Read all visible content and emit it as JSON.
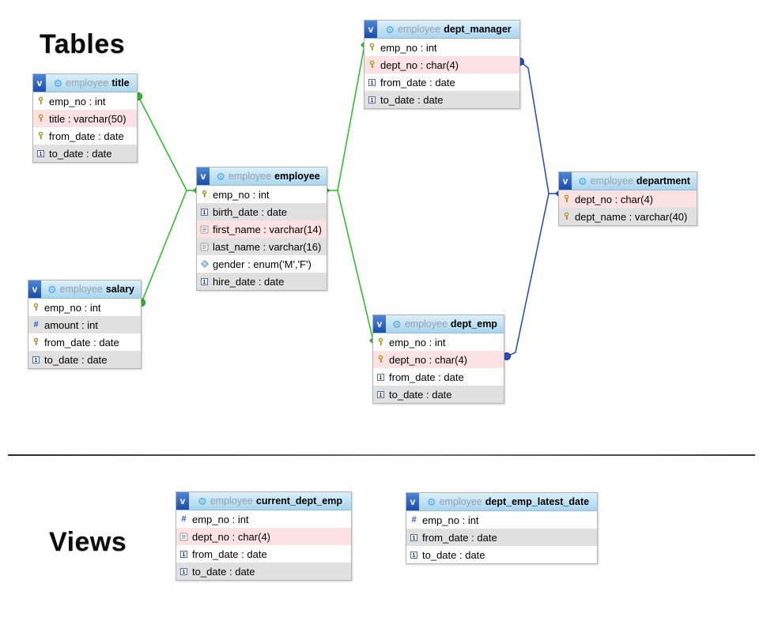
{
  "page": {
    "tables_heading": "Tables",
    "views_heading": "Views"
  },
  "colors": {
    "relation_green": "#2fbe2f",
    "relation_blue": "#2b50c0",
    "header_top": "#dcf0fa",
    "header_bottom": "#a9d5ee",
    "row_pink": "#fbe1e1",
    "row_gray": "#e0e0e0",
    "row_white": "#ffffff"
  },
  "badge_letter": "v",
  "gear_glyph": "⚙",
  "tables": [
    {
      "id": "title",
      "kind": "table",
      "schema": "employee",
      "name": "title",
      "columns": [
        {
          "icon": "key-icon",
          "text": "emp_no : int",
          "bg": "white"
        },
        {
          "icon": "key-icon",
          "text": "title : varchar(50)",
          "bg": "pink"
        },
        {
          "icon": "key-icon",
          "text": "from_date : date",
          "bg": "white"
        },
        {
          "icon": "date-icon",
          "text": "to_date : date",
          "bg": "gray"
        }
      ]
    },
    {
      "id": "employee",
      "kind": "table",
      "schema": "employee",
      "name": "employee",
      "columns": [
        {
          "icon": "key-icon",
          "text": "emp_no : int",
          "bg": "white"
        },
        {
          "icon": "date-icon",
          "text": "birth_date : date",
          "bg": "gray"
        },
        {
          "icon": "text-icon",
          "text": "first_name : varchar(14)",
          "bg": "pink"
        },
        {
          "icon": "text-icon",
          "text": "last_name : varchar(16)",
          "bg": "gray"
        },
        {
          "icon": "enum-icon",
          "text": "gender : enum('M','F')",
          "bg": "white"
        },
        {
          "icon": "date-icon",
          "text": "hire_date : date",
          "bg": "gray"
        }
      ]
    },
    {
      "id": "dept_manager",
      "kind": "table",
      "schema": "employee",
      "name": "dept_manager",
      "columns": [
        {
          "icon": "key-icon",
          "text": "emp_no : int",
          "bg": "white"
        },
        {
          "icon": "key-icon",
          "text": "dept_no : char(4)",
          "bg": "pink"
        },
        {
          "icon": "date-icon",
          "text": "from_date : date",
          "bg": "white"
        },
        {
          "icon": "date-icon",
          "text": "to_date : date",
          "bg": "gray"
        }
      ]
    },
    {
      "id": "salary",
      "kind": "table",
      "schema": "employee",
      "name": "salary",
      "columns": [
        {
          "icon": "key-icon",
          "text": "emp_no : int",
          "bg": "white"
        },
        {
          "icon": "numeric-icon",
          "text": "amount : int",
          "bg": "gray"
        },
        {
          "icon": "key-icon",
          "text": "from_date : date",
          "bg": "white"
        },
        {
          "icon": "date-icon",
          "text": "to_date : date",
          "bg": "gray"
        }
      ]
    },
    {
      "id": "department",
      "kind": "table",
      "schema": "employee",
      "name": "department",
      "columns": [
        {
          "icon": "key-icon",
          "text": "dept_no : char(4)",
          "bg": "pink"
        },
        {
          "icon": "key-icon",
          "text": "dept_name : varchar(40)",
          "bg": "gray"
        }
      ]
    },
    {
      "id": "dept_emp",
      "kind": "table",
      "schema": "employee",
      "name": "dept_emp",
      "columns": [
        {
          "icon": "key-icon",
          "text": "emp_no : int",
          "bg": "white"
        },
        {
          "icon": "key-icon",
          "text": "dept_no : char(4)",
          "bg": "pink"
        },
        {
          "icon": "date-icon",
          "text": "from_date : date",
          "bg": "white"
        },
        {
          "icon": "date-icon",
          "text": "to_date : date",
          "bg": "gray"
        }
      ]
    },
    {
      "id": "current_dept_emp",
      "kind": "view",
      "schema": "employee",
      "name": "current_dept_emp",
      "columns": [
        {
          "icon": "numeric-icon",
          "text": "emp_no : int",
          "bg": "white"
        },
        {
          "icon": "text-icon",
          "text": "dept_no : char(4)",
          "bg": "pink"
        },
        {
          "icon": "date-icon",
          "text": "from_date : date",
          "bg": "white"
        },
        {
          "icon": "date-icon",
          "text": "to_date : date",
          "bg": "gray"
        }
      ]
    },
    {
      "id": "dept_emp_latest_date",
      "kind": "view",
      "schema": "employee",
      "name": "dept_emp_latest_date",
      "columns": [
        {
          "icon": "numeric-icon",
          "text": "emp_no : int",
          "bg": "white"
        },
        {
          "icon": "date-icon",
          "text": "from_date : date",
          "bg": "gray"
        },
        {
          "icon": "date-icon",
          "text": "to_date : date",
          "bg": "white"
        }
      ]
    }
  ],
  "relationships": [
    {
      "from": "title.emp_no",
      "to": "employee.emp_no",
      "color": "green"
    },
    {
      "from": "salary.emp_no",
      "to": "employee.emp_no",
      "color": "green"
    },
    {
      "from": "dept_manager.emp_no",
      "to": "employee.emp_no",
      "color": "green"
    },
    {
      "from": "dept_emp.emp_no",
      "to": "employee.emp_no",
      "color": "green"
    },
    {
      "from": "dept_manager.dept_no",
      "to": "department.dept_no",
      "color": "blue"
    },
    {
      "from": "dept_emp.dept_no",
      "to": "department.dept_no",
      "color": "blue"
    }
  ]
}
